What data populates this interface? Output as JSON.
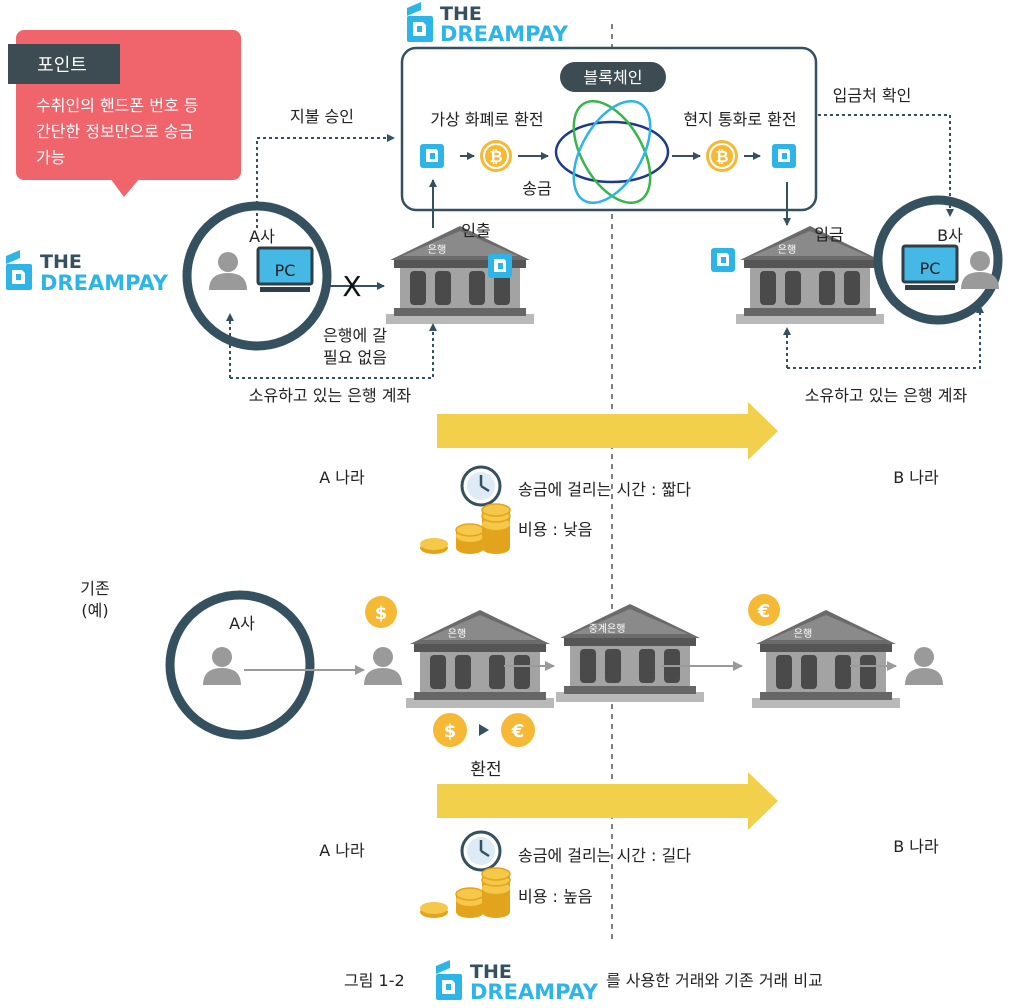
{
  "brand": {
    "line1": "THE",
    "line2": "DREAMPAY"
  },
  "point_note": {
    "tag": "포인트",
    "lines": [
      "수취인의 핸드폰 번호 등",
      "간단한 정보만으로 송금",
      "가능"
    ]
  },
  "top": {
    "blockchain_label": "블록체인",
    "to_virtual": "가상 화폐로 환전",
    "to_local": "현지 통화로 환전",
    "send": "송금",
    "pay_approval": "지불 승인",
    "check_recipient": "입금처 확인",
    "withdraw": "인출",
    "deposit": "입금",
    "company_a": "A사",
    "company_b": "B사",
    "pc": "PC",
    "bank": "은행",
    "no_bank_visit": [
      "은행에 갈",
      "필요 없음"
    ],
    "owned_account": "소유하고 있는 은행 계좌",
    "cross_mark": "X",
    "country_a": "A 나라",
    "country_b": "B 나라",
    "time_text": "송금에 걸리는 시간 : 짧다",
    "cost_text": "비용 : 낮음"
  },
  "bottom": {
    "existing": [
      "기존",
      "(예)"
    ],
    "company_a": "A사",
    "bank": "은행",
    "relay_bank": "중계은행",
    "exchange": "환전",
    "dollar": "$",
    "euro": "€",
    "country_a": "A 나라",
    "country_b": "B 나라",
    "time_text": "송금에 걸리는 시간 : 길다",
    "cost_text": "비용 : 높음"
  },
  "caption": {
    "prefix": "그림 1-2",
    "suffix": "를 사용한 거래와 기존 거래 비교"
  },
  "colors": {
    "navy": "#35505f",
    "coral": "#f0646b",
    "dark_tag": "#3d4b52",
    "yellow": "#f2d04b",
    "cyan": "#2eb5e8",
    "coin": "#f5b935",
    "gray": "#9a9a9a",
    "bank_gray": "#8c8c8c"
  }
}
